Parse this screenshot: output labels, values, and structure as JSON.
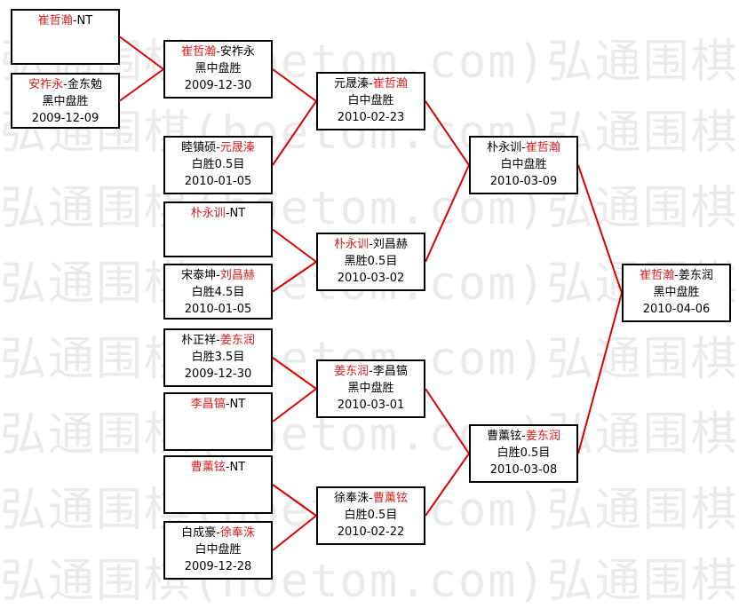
{
  "watermark": "弘通围棋(hoetom.com)弘通围棋",
  "colors": {
    "winner": "#d22020",
    "line": "#e00000",
    "border": "#000000"
  },
  "matches": [
    {
      "id": "r1-1",
      "p1": "崔哲瀚",
      "p2": "NT",
      "winner": 1,
      "result": "",
      "date": ""
    },
    {
      "id": "r1-2",
      "p1": "安祚永",
      "p2": "金东勉",
      "winner": 1,
      "result": "黑中盘胜",
      "date": "2009-12-09"
    },
    {
      "id": "r2-1",
      "p1": "崔哲瀚",
      "p2": "安祚永",
      "winner": 1,
      "result": "黑中盘胜",
      "date": "2009-12-30"
    },
    {
      "id": "r2-2",
      "p1": "睦镇硕",
      "p2": "元晟溱",
      "winner": 2,
      "result": "白胜0.5目",
      "date": "2010-01-05"
    },
    {
      "id": "r2-3",
      "p1": "朴永训",
      "p2": "NT",
      "winner": 1,
      "result": "",
      "date": ""
    },
    {
      "id": "r2-4",
      "p1": "宋泰坤",
      "p2": "刘昌赫",
      "winner": 2,
      "result": "白胜4.5目",
      "date": "2010-01-05"
    },
    {
      "id": "r2-5",
      "p1": "朴正祥",
      "p2": "姜东润",
      "winner": 2,
      "result": "白胜3.5目",
      "date": "2009-12-30"
    },
    {
      "id": "r2-6",
      "p1": "李昌镐",
      "p2": "NT",
      "winner": 1,
      "result": "",
      "date": ""
    },
    {
      "id": "r2-7",
      "p1": "曹薰铉",
      "p2": "NT",
      "winner": 1,
      "result": "",
      "date": ""
    },
    {
      "id": "r2-8",
      "p1": "白成豪",
      "p2": "徐奉洙",
      "winner": 2,
      "result": "白中盘胜",
      "date": "2009-12-28"
    },
    {
      "id": "r3-1",
      "p1": "元晟溱",
      "p2": "崔哲瀚",
      "winner": 2,
      "result": "白中盘胜",
      "date": "2010-02-23"
    },
    {
      "id": "r3-2",
      "p1": "朴永训",
      "p2": "刘昌赫",
      "winner": 1,
      "result": "黑胜0.5目",
      "date": "2010-03-02"
    },
    {
      "id": "r3-3",
      "p1": "姜东润",
      "p2": "李昌镐",
      "winner": 1,
      "result": "黑中盘胜",
      "date": "2010-03-01"
    },
    {
      "id": "r3-4",
      "p1": "徐奉洙",
      "p2": "曹薰铉",
      "winner": 2,
      "result": "白胜0.5目",
      "date": "2010-02-22"
    },
    {
      "id": "r4-1",
      "p1": "朴永训",
      "p2": "崔哲瀚",
      "winner": 2,
      "result": "白中盘胜",
      "date": "2010-03-09"
    },
    {
      "id": "r4-2",
      "p1": "曹薰铉",
      "p2": "姜东润",
      "winner": 2,
      "result": "白胜0.5目",
      "date": "2010-03-08"
    },
    {
      "id": "final",
      "p1": "崔哲瀚",
      "p2": "姜东润",
      "winner": 1,
      "result": "黑中盘胜",
      "date": "2010-04-06"
    }
  ]
}
